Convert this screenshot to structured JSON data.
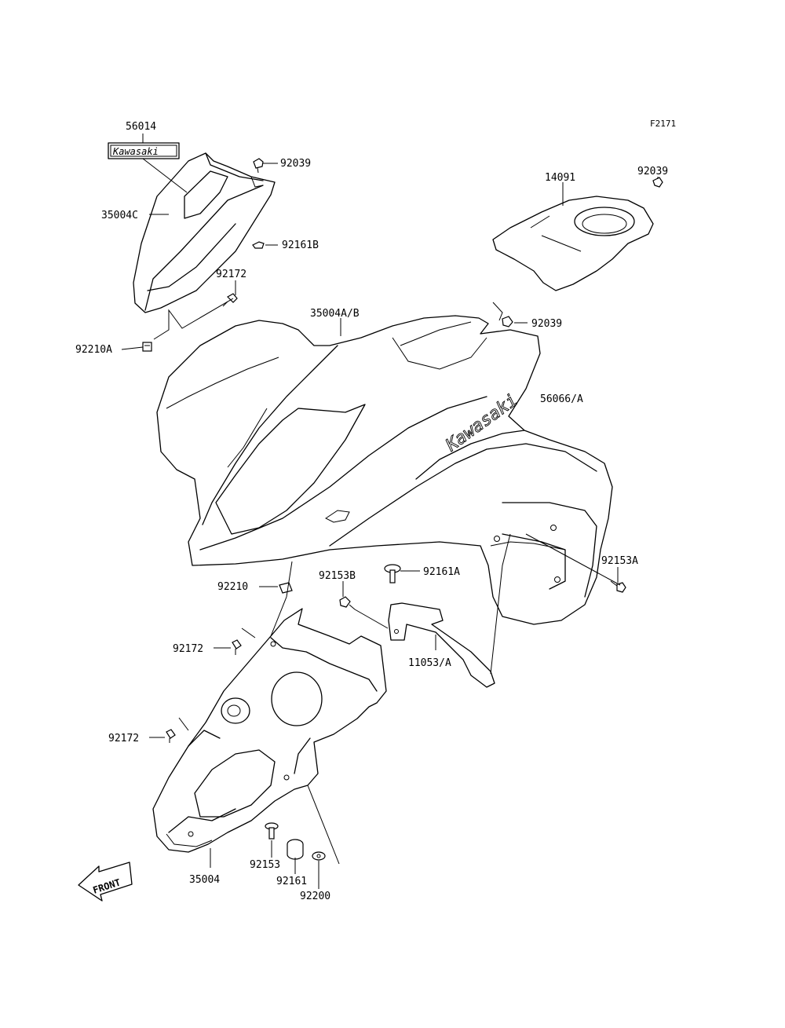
{
  "figure_code": "F2171",
  "decal_text": "Kawasaki",
  "front_label": "FRONT",
  "labels": {
    "p56014": "56014",
    "p92039_a": "92039",
    "p35004C": "35004C",
    "p92161B": "92161B",
    "p92172_a": "92172",
    "p92210A": "92210A",
    "p14091": "14091",
    "p92039_b": "92039",
    "p35004AB": "35004A/B",
    "p92039_c": "92039",
    "p56066A": "56066/A",
    "p92153A": "92153A",
    "p92161A": "92161A",
    "p92153B": "92153B",
    "p92210": "92210",
    "p92172_b": "92172",
    "p11053A": "11053/A",
    "p92172_c": "92172",
    "p35004": "35004",
    "p92153": "92153",
    "p92161": "92161",
    "p92200": "92200"
  }
}
